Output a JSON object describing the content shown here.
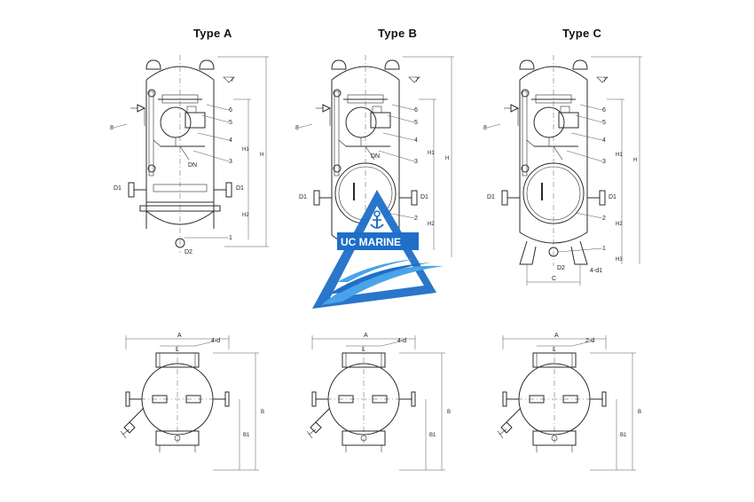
{
  "titles": {
    "a": "Type A",
    "b": "Type B",
    "c": "Type C"
  },
  "callouts": {
    "n1": "1",
    "n2": "2",
    "n3": "3",
    "n4": "4",
    "n5": "5",
    "n6": "6",
    "n7": "7",
    "n8": "8"
  },
  "dims": {
    "D1": "D1",
    "D2": "D2",
    "DN": "DN",
    "H": "H",
    "H1": "H1",
    "H2": "H2",
    "H3": "H3",
    "A": "A",
    "L": "L",
    "B": "B",
    "B1": "B1",
    "C": "C",
    "d4": "4-d",
    "d2": "2-d",
    "d1": "d1",
    "d4c": "4-d1"
  },
  "logo": {
    "text": "UC MARINE",
    "color_primary": "#1e6fc8",
    "color_secondary": "#4aa3e8"
  }
}
